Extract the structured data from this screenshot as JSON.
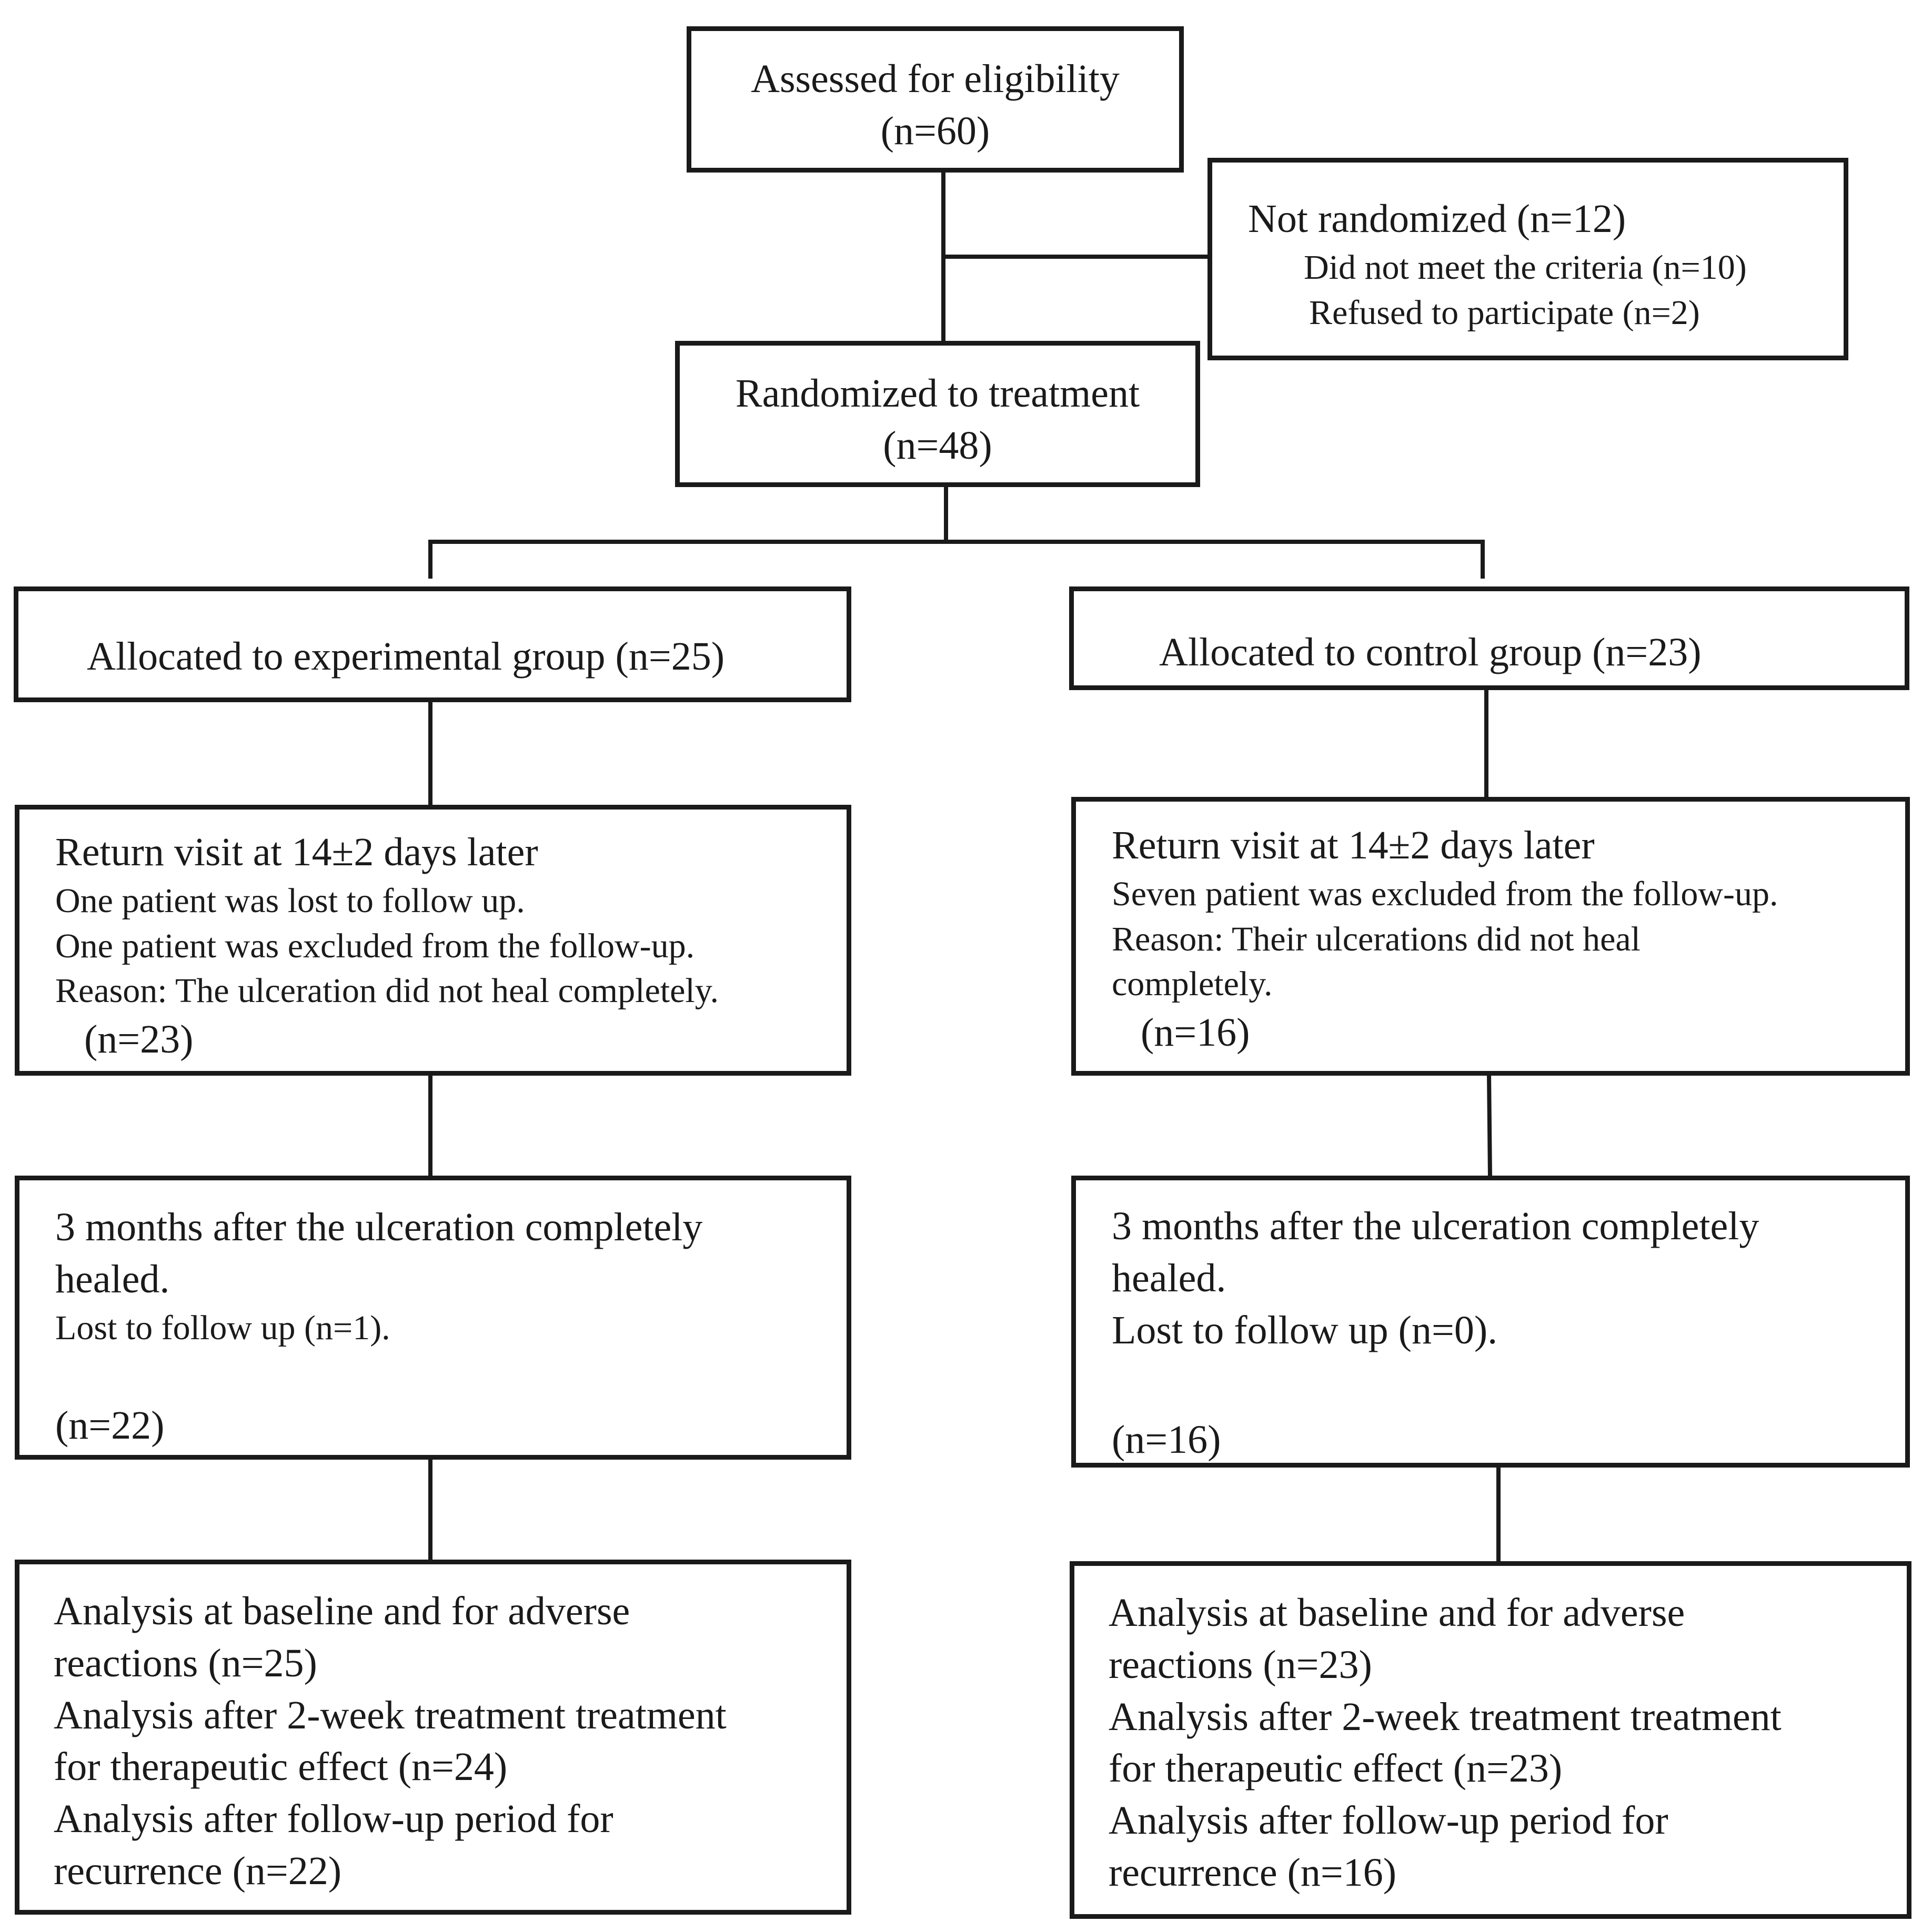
{
  "assessed": {
    "title": "Assessed for eligibility",
    "count": "(n=60)"
  },
  "not_randomized": {
    "title": "Not randomized (n=12)",
    "reasons": [
      "Did not meet the criteria (n=10)",
      "Refused to participate (n=2)"
    ]
  },
  "randomized": {
    "title": "Randomized to treatment",
    "count": "(n=48)"
  },
  "experimental": {
    "allocation": "Allocated to experimental group (n=25)",
    "return_visit": {
      "title": "Return visit at 14±2 days later",
      "lines": [
        "One patient was lost to follow up.",
        "One patient was excluded from the follow-up.",
        "Reason: The ulceration did not  heal completely."
      ],
      "count": "(n=23)"
    },
    "three_months": {
      "title": "3 months after the ulceration completely",
      "title2": "healed.",
      "lost": "Lost to follow up (n=1).",
      "count": "(n=22)"
    },
    "analysis": [
      "Analysis at baseline and for adverse",
      "reactions (n=25)",
      "Analysis after 2-week treatment treatment",
      "for therapeutic effect (n=24)",
      "Analysis after follow-up period for",
      "recurrence (n=22)"
    ]
  },
  "control": {
    "allocation": "Allocated to control group (n=23)",
    "return_visit": {
      "title": "Return visit at 14±2 days later",
      "lines": [
        "Seven patient was excluded from the follow-up.",
        "Reason: Their ulcerations did not  heal",
        "completely."
      ],
      "count": "(n=16)"
    },
    "three_months": {
      "title": "3 months after the ulceration completely",
      "title2": "healed.",
      "lost": "Lost to follow up (n=0).",
      "count": "(n=16)"
    },
    "analysis": [
      "Analysis at baseline and for adverse",
      "reactions (n=23)",
      "Analysis after 2-week treatment treatment",
      "for therapeutic effect (n=23)",
      "Analysis after follow-up period for",
      "recurrence (n=16)"
    ]
  },
  "colors": {
    "line": "#1a1a1a",
    "background": "#ffffff"
  }
}
